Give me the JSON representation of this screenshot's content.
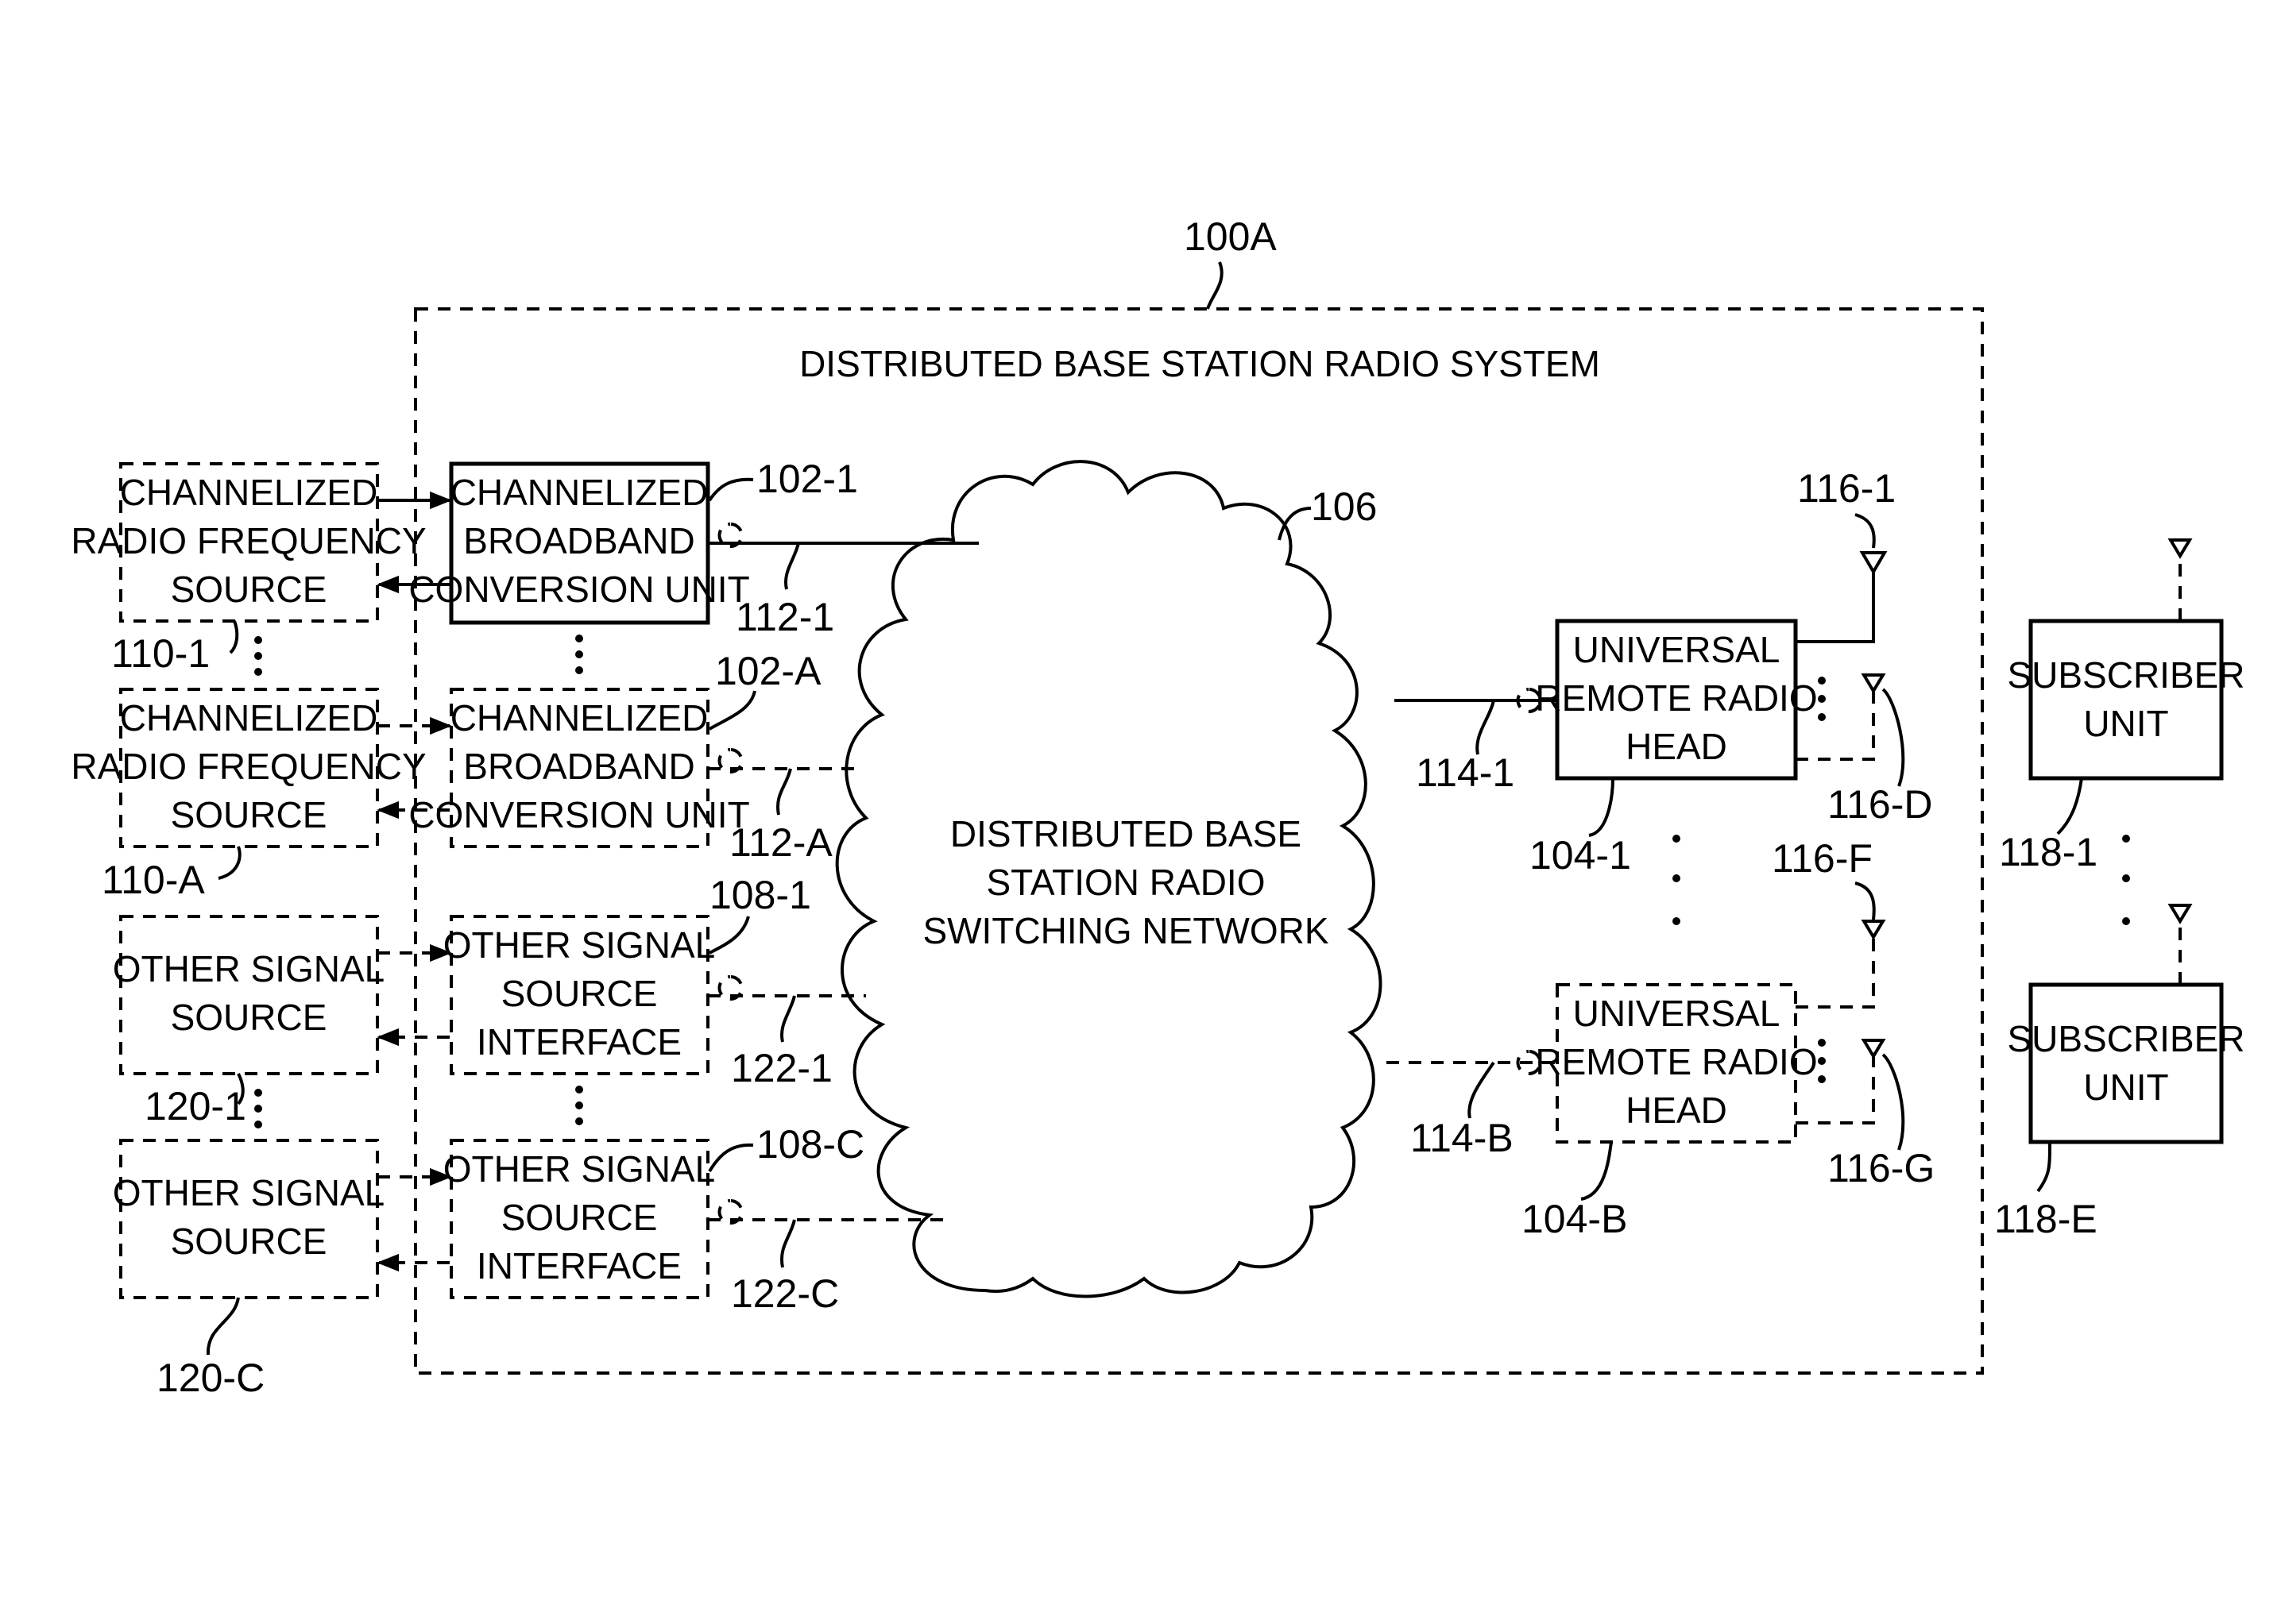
{
  "system": {
    "ref": "100A",
    "title": "DISTRIBUTED BASE STATION RADIO SYSTEM"
  },
  "network": {
    "ref": "106",
    "label": [
      "DISTRIBUTED BASE",
      "STATION RADIO",
      "SWITCHING NETWORK"
    ]
  },
  "sources": [
    {
      "ref": "110-1",
      "label": [
        "CHANNELIZED",
        "RADIO FREQUENCY",
        "SOURCE"
      ]
    },
    {
      "ref": "110-A",
      "label": [
        "CHANNELIZED",
        "RADIO FREQUENCY",
        "SOURCE"
      ]
    },
    {
      "ref": "120-1",
      "label": [
        "OTHER SIGNAL",
        "SOURCE"
      ]
    },
    {
      "ref": "120-C",
      "label": [
        "OTHER SIGNAL",
        "SOURCE"
      ]
    }
  ],
  "units": [
    {
      "ref": "102-1",
      "link": "112-1",
      "label": [
        "CHANNELIZED",
        "BROADBAND",
        "CONVERSION UNIT"
      ]
    },
    {
      "ref": "102-A",
      "link": "112-A",
      "label": [
        "CHANNELIZED",
        "BROADBAND",
        "CONVERSION UNIT"
      ]
    },
    {
      "ref": "108-1",
      "link": "122-1",
      "label": [
        "OTHER SIGNAL",
        "SOURCE",
        "INTERFACE"
      ]
    },
    {
      "ref": "108-C",
      "link": "122-C",
      "label": [
        "OTHER SIGNAL",
        "SOURCE",
        "INTERFACE"
      ]
    }
  ],
  "radio_heads": [
    {
      "ref": "104-1",
      "link": "114-1",
      "antenna_top": "116-1",
      "antenna_side": "116-D",
      "label": [
        "UNIVERSAL",
        "REMOTE RADIO",
        "HEAD"
      ]
    },
    {
      "ref": "104-B",
      "link": "114-B",
      "antenna_top": "116-F",
      "antenna_side": "116-G",
      "label": [
        "UNIVERSAL",
        "REMOTE RADIO",
        "HEAD"
      ]
    }
  ],
  "subscribers": [
    {
      "ref": "118-1",
      "label": [
        "SUBSCRIBER",
        "UNIT"
      ]
    },
    {
      "ref": "118-E",
      "label": [
        "SUBSCRIBER",
        "UNIT"
      ]
    }
  ]
}
